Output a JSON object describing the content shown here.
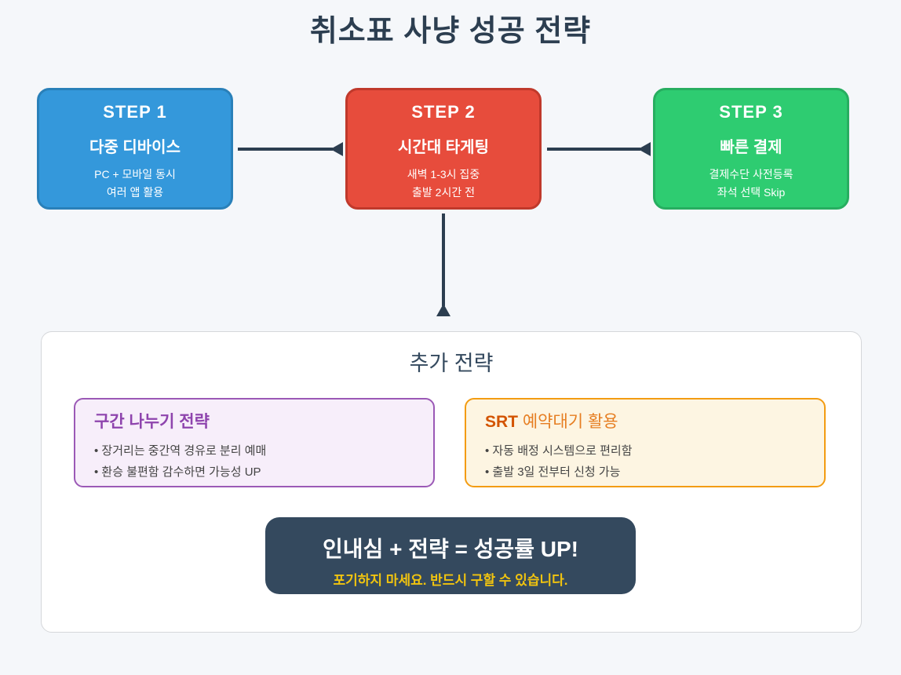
{
  "page": {
    "title": "취소표 사냥 성공 전략",
    "background_color": "#f5f7fa"
  },
  "steps": [
    {
      "label": "STEP 1",
      "title": "다중 디바이스",
      "lines": [
        "PC + 모바일 동시",
        "여러 앱 활용"
      ],
      "fill_color": "#3498db",
      "border_color": "#2980b9"
    },
    {
      "label": "STEP 2",
      "title": "시간대 타게팅",
      "lines": [
        "새벽 1-3시 집중",
        "출발 2시간 전"
      ],
      "fill_color": "#e74c3c",
      "border_color": "#c0392b"
    },
    {
      "label": "STEP 3",
      "title": "빠른 결제",
      "lines": [
        "결제수단 사전등록",
        "좌석 선택 Skip"
      ],
      "fill_color": "#2ecc71",
      "border_color": "#27ae60"
    }
  ],
  "connectors": {
    "color": "#2c3e50"
  },
  "extra": {
    "title": "추가 전략",
    "boxes": [
      {
        "title": "구간 나누기 전략",
        "bullets": [
          "장거리는 중간역 경유로 분리 예매",
          "환승 불편함 감수하면 가능성 UP"
        ],
        "accent_color": "#8e44ad",
        "border_color": "#9b59b6",
        "background_color": "#f7eefa"
      },
      {
        "title_strong": "SRT",
        "title_rest": "예약대기 활용",
        "bullets": [
          "자동 배정 시스템으로 편리함",
          "출발 3일 전부터 신청 가능"
        ],
        "accent_color": "#e67e22",
        "border_color": "#f39c12",
        "background_color": "#fdf5e2"
      }
    ],
    "banner": {
      "line1": "인내심 + 전략 = 성공률 UP!",
      "line2": "포기하지 마세요. 반드시 구할 수 있습니다.",
      "background_color": "#34495e",
      "line2_color": "#f1c40f"
    }
  }
}
